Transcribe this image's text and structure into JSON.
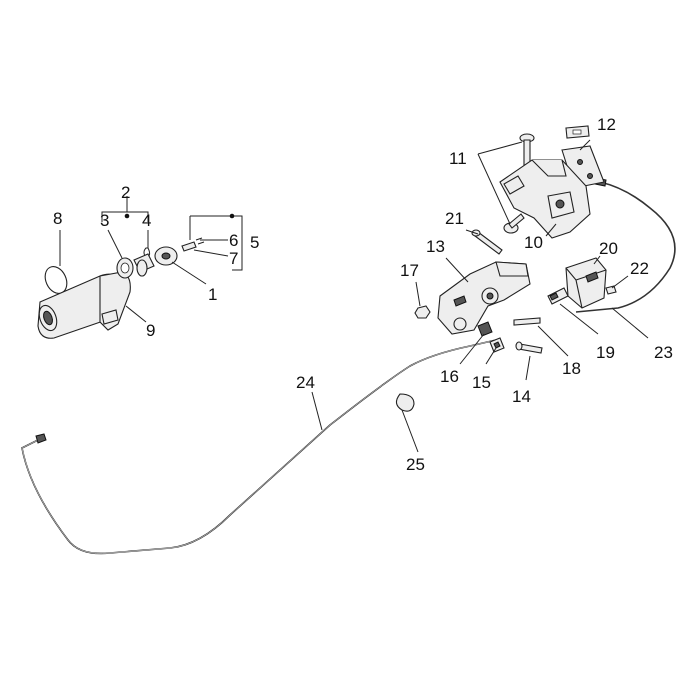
{
  "labels": {
    "l1": "1",
    "l2": "2",
    "l3": "3",
    "l4": "4",
    "l5": "5",
    "l6": "6",
    "l7": "7",
    "l8": "8",
    "l9": "9",
    "l10": "10",
    "l11": "11",
    "l12": "12",
    "l13": "13",
    "l14": "14",
    "l15": "15",
    "l16": "16",
    "l17": "17",
    "l18": "18",
    "l19": "19",
    "l20": "20",
    "l21": "21",
    "l22": "22",
    "l23": "23",
    "l24": "24",
    "l25": "25"
  }
}
